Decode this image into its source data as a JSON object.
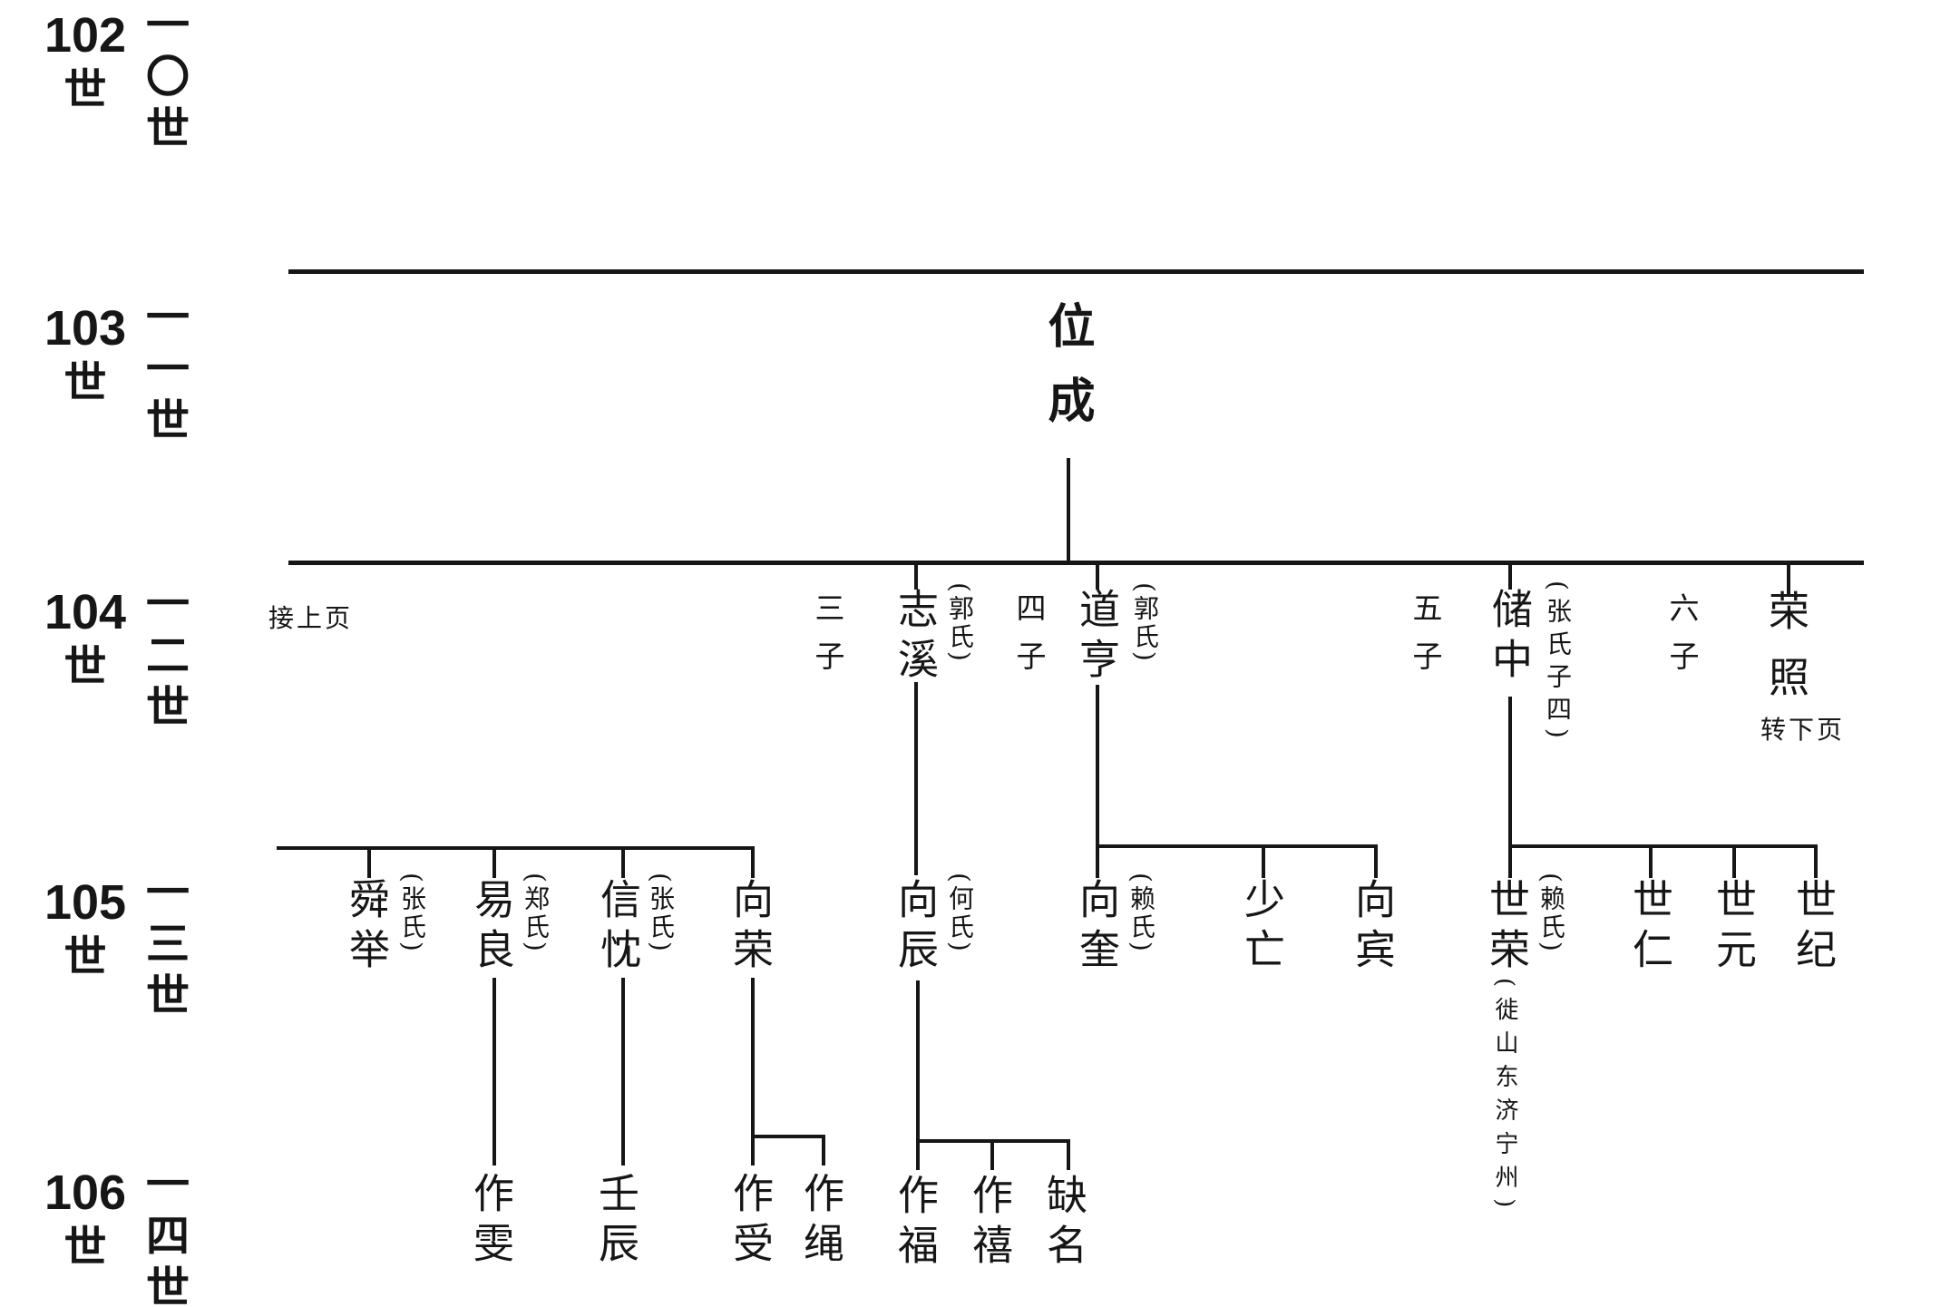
{
  "palette": {
    "paper": "#ffffff",
    "ink": "#161616"
  },
  "axis_rows": [
    {
      "num": "102",
      "shi": "世",
      "cn": "一〇世"
    },
    {
      "num": "103",
      "shi": "世",
      "cn": "一一世"
    },
    {
      "num": "104",
      "shi": "世",
      "cn": "一二世"
    },
    {
      "num": "105",
      "shi": "世",
      "cn": "一三世"
    },
    {
      "num": "106",
      "shi": "世",
      "cn": "一四世"
    }
  ],
  "notes": {
    "cont_prev": "接上页",
    "cont_next": "转下页"
  },
  "root": {
    "name": "位成"
  },
  "gen104": [
    {
      "order": "三子",
      "name": "志溪",
      "spouse": "(郭氏)"
    },
    {
      "order": "四子",
      "name": "道亨",
      "spouse": "(郭氏)"
    },
    {
      "order": "五子",
      "name": "储中",
      "spouse": "(张氏子四)"
    },
    {
      "order": "六子",
      "name": "荣照"
    }
  ],
  "gen105": [
    {
      "name": "舜举",
      "spouse": "(张氏)"
    },
    {
      "name": "易良",
      "spouse": "(郑氏)"
    },
    {
      "name": "信忱",
      "spouse": "(张氏)"
    },
    {
      "name": "向荣"
    },
    {
      "name": "向辰",
      "spouse": "(何氏)"
    },
    {
      "name": "向奎",
      "spouse": "(赖氏)"
    },
    {
      "name": "少亡"
    },
    {
      "name": "向宾"
    },
    {
      "name": "世荣",
      "spouse": "(赖氏)",
      "note": "(徙山东济宁州)"
    },
    {
      "name": "世仁"
    },
    {
      "name": "世元"
    },
    {
      "name": "世纪"
    }
  ],
  "gen106": [
    {
      "name": "作雯"
    },
    {
      "name": "壬辰"
    },
    {
      "name": "作受"
    },
    {
      "name": "作绳"
    },
    {
      "name": "作福"
    },
    {
      "name": "作禧"
    },
    {
      "name": "缺名"
    }
  ]
}
